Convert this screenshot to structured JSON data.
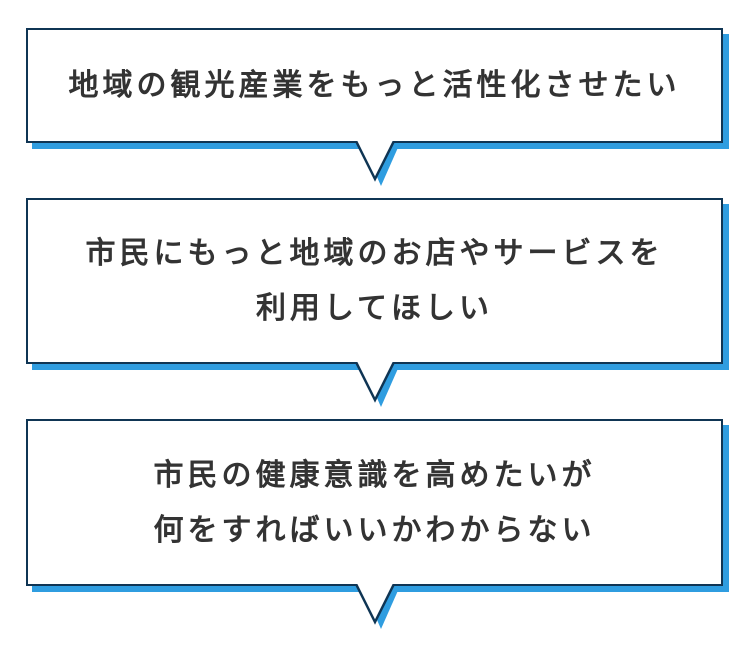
{
  "colors": {
    "bubble_border": "#0f3554",
    "bubble_shadow": "#2f9de0",
    "bubble_bg": "#ffffff",
    "text_color": "#333333",
    "page_bg": "#ffffff"
  },
  "bubbles": [
    {
      "lines": [
        "地域の観光産業をもっと活性化させたい"
      ]
    },
    {
      "lines": [
        "市民にもっと地域のお店やサービスを",
        "利用してほしい"
      ]
    },
    {
      "lines": [
        "市民の健康意識を高めたいが",
        "何をすればいいかわからない"
      ]
    }
  ]
}
